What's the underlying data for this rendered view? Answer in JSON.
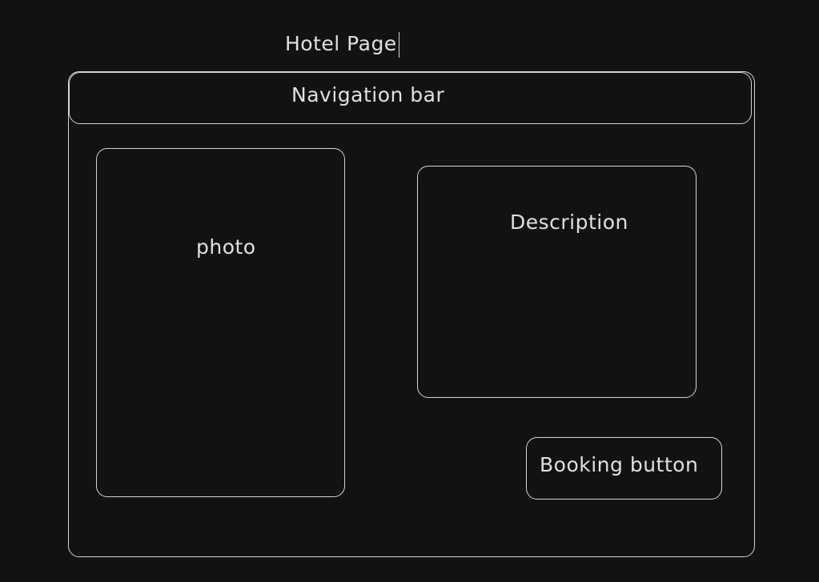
{
  "title": "Hotel Page",
  "nav_bar": {
    "label": "Navigation bar"
  },
  "photo": {
    "label": "photo"
  },
  "description": {
    "label": "Description"
  },
  "booking_button": {
    "label": "Booking button"
  },
  "colors": {
    "background": "#121212",
    "stroke": "#d4d4d4"
  }
}
